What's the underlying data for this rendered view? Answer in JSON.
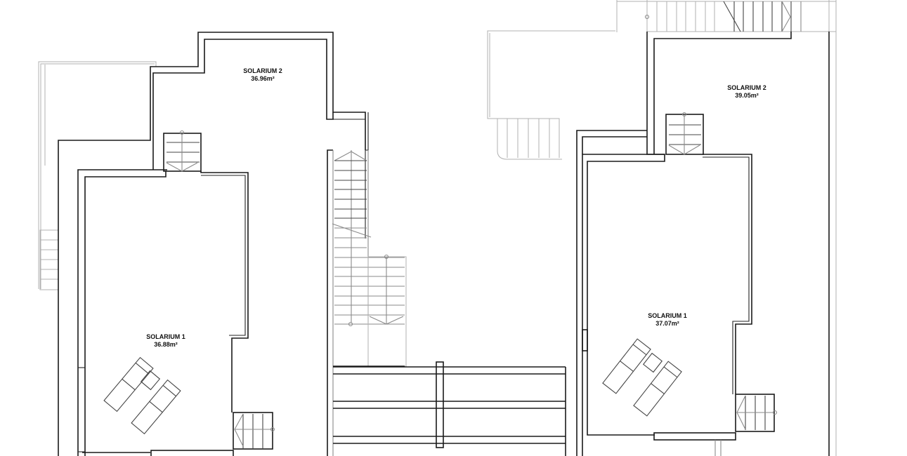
{
  "plan": {
    "units": [
      {
        "side": "left",
        "rooms": [
          {
            "name": "SOLARIUM 2",
            "area": "36.96m²"
          },
          {
            "name": "SOLARIUM 1",
            "area": "36.88m²"
          }
        ]
      },
      {
        "side": "right",
        "rooms": [
          {
            "name": "SOLARIUM 2",
            "area": "39.05m²"
          },
          {
            "name": "SOLARIUM 1",
            "area": "37.07m²"
          }
        ]
      }
    ],
    "colors": {
      "wall": "#1a1a1a",
      "secondary": "#8a8a8a",
      "background": "#ffffff"
    }
  }
}
